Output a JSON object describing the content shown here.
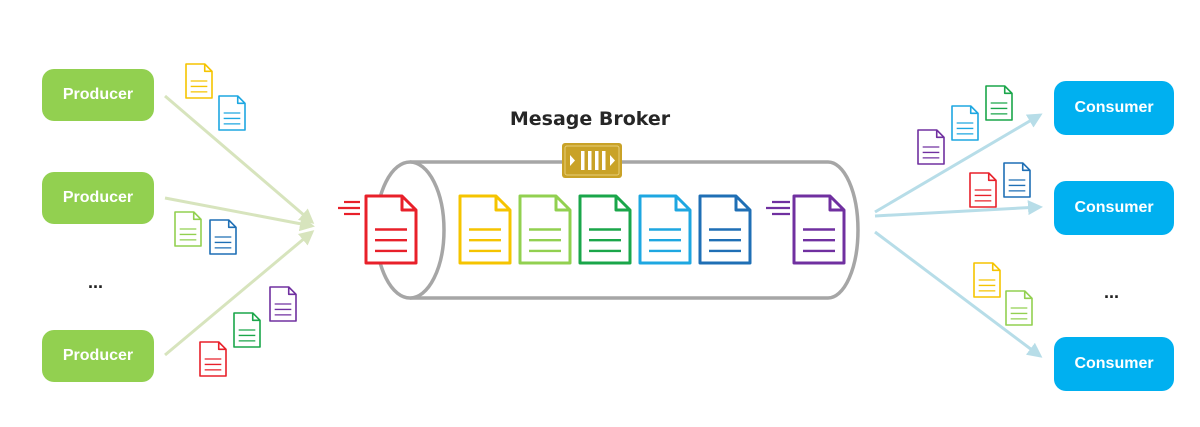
{
  "broker": {
    "title": "Mesage Broker",
    "icon": "queue-icon",
    "colors": {
      "outline": "#a6a6a6",
      "icon_bg": "#c9a227"
    }
  },
  "producers": [
    {
      "label": "Producer"
    },
    {
      "label": "Producer"
    },
    {
      "label": "Producer"
    }
  ],
  "producer_ellipsis": "...",
  "consumers": [
    {
      "label": "Consumer"
    },
    {
      "label": "Consumer"
    },
    {
      "label": "Consumer"
    }
  ],
  "consumer_ellipsis": "...",
  "colors": {
    "producer": "#92d050",
    "consumer": "#00b0f0",
    "producer_arrow": "#d7e4bd",
    "consumer_arrow": "#b7dde8",
    "red": "#e8202a",
    "yellow": "#f5c400",
    "light_green": "#92d050",
    "green": "#1aa64a",
    "cyan": "#1ea7e1",
    "blue": "#1f6fb5",
    "purple": "#7030a0"
  }
}
